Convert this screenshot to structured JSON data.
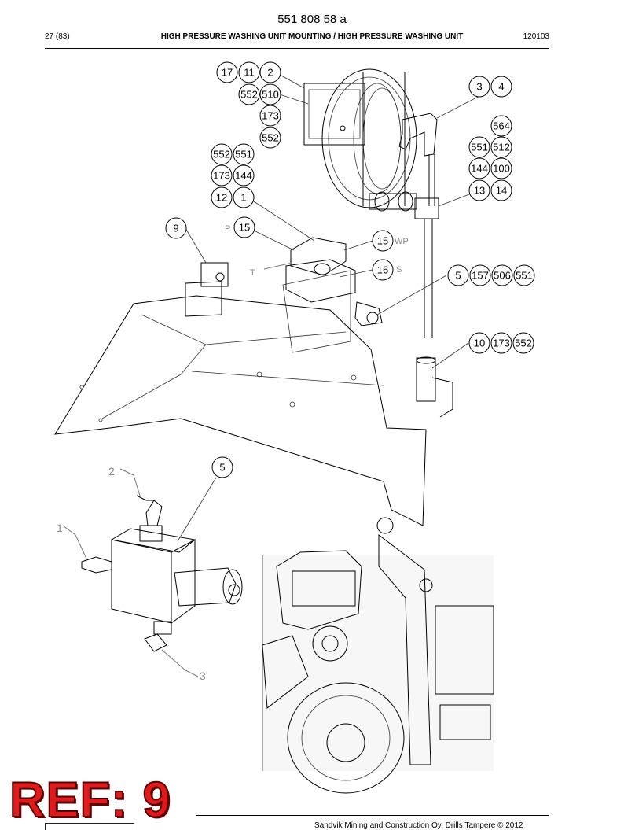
{
  "header": {
    "doc_number": "551 808 58 a",
    "page": "27 (83)",
    "title": "HIGH PRESSURE WASHING UNIT MOUNTING / HIGH PRESSURE WASHING UNIT",
    "date": "120103"
  },
  "callouts": [
    {
      "id": "17"
    },
    {
      "id": "11"
    },
    {
      "id": "2"
    },
    {
      "id": "552"
    },
    {
      "id": "510"
    },
    {
      "id": "173"
    },
    {
      "id": "552"
    },
    {
      "id": "552"
    },
    {
      "id": "551"
    },
    {
      "id": "173"
    },
    {
      "id": "144"
    },
    {
      "id": "12"
    },
    {
      "id": "1"
    },
    {
      "id": "3"
    },
    {
      "id": "4"
    },
    {
      "id": "564"
    },
    {
      "id": "551"
    },
    {
      "id": "512"
    },
    {
      "id": "144"
    },
    {
      "id": "100"
    },
    {
      "id": "13"
    },
    {
      "id": "14"
    },
    {
      "id": "9"
    },
    {
      "id": "15"
    },
    {
      "id": "15"
    },
    {
      "id": "16"
    },
    {
      "id": "5"
    },
    {
      "id": "157"
    },
    {
      "id": "506"
    },
    {
      "id": "551"
    },
    {
      "id": "10"
    },
    {
      "id": "173"
    },
    {
      "id": "552"
    },
    {
      "id": "5"
    }
  ],
  "port_labels": {
    "p": "P",
    "t": "T",
    "wp": "WP",
    "s": "S"
  },
  "detail_labels": {
    "one": "1",
    "two": "2",
    "three": "3"
  },
  "footer": {
    "text": "Sandvik Mining and Construction Oy, Drills Tampere © 2012"
  },
  "stamp": {
    "text": "REF: 9",
    "color": "#e01a1a"
  }
}
